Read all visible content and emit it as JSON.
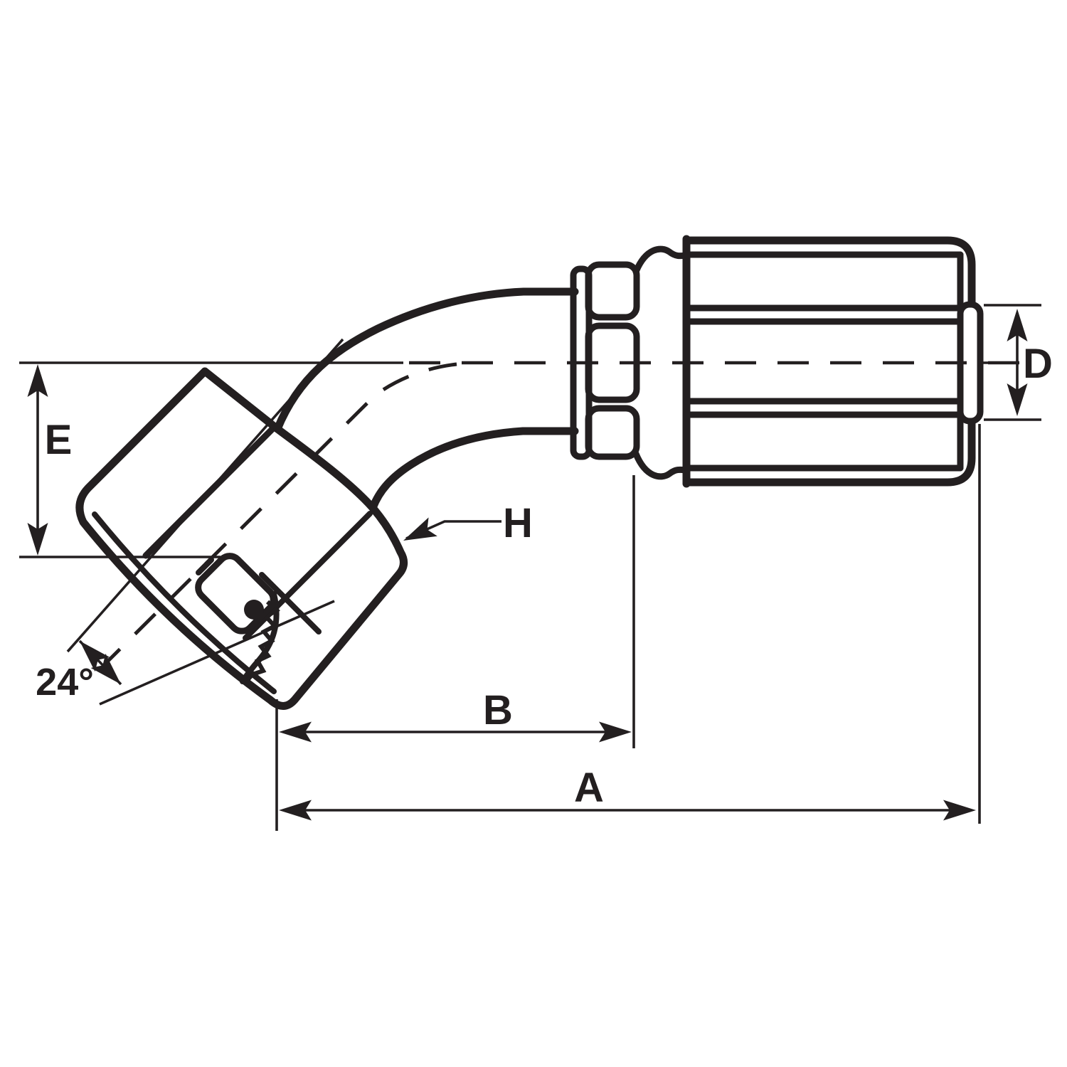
{
  "diagram": {
    "description": "Technical line drawing of a 45-degree elbow hydraulic hose fitting with female swivel nut (24-degree cone seat), crimp collar and hose socket, annotated with dimension arrows",
    "colors": {
      "line": "#231f20",
      "background": "#ffffff"
    },
    "labels": {
      "dim_a": "A",
      "dim_b": "B",
      "dim_d": "D",
      "dim_e": "E",
      "dim_h": "H",
      "cone_angle": "24°"
    },
    "parts": [
      "hex-swivel-nut",
      "24deg-cone-seat",
      "45deg-elbow-tube",
      "crimp-collar",
      "hose-socket",
      "socket-end-cap"
    ]
  }
}
